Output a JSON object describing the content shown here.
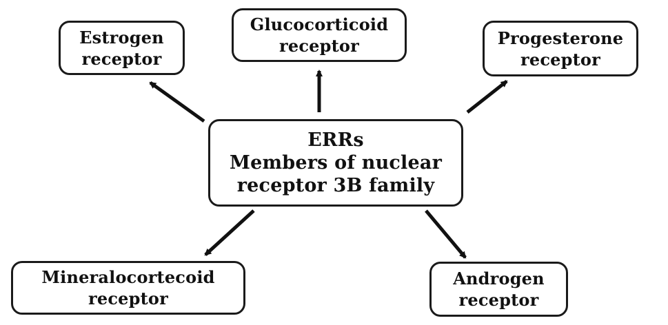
{
  "center": {
    "line1": "ERRs",
    "line2": "Members of nuclear",
    "line3": "receptor 3B family"
  },
  "receptors": {
    "estrogen": {
      "line1": "Estrogen",
      "line2": "receptor"
    },
    "glucocorticoid": {
      "line1": "Glucocorticoid",
      "line2": "receptor"
    },
    "progesterone": {
      "line1": "Progesterone",
      "line2": "receptor"
    },
    "mineralocorticoid": {
      "line1": "Mineralocortecoid",
      "line2": "receptor"
    },
    "androgen": {
      "line1": "Androgen",
      "line2": "receptor"
    }
  }
}
